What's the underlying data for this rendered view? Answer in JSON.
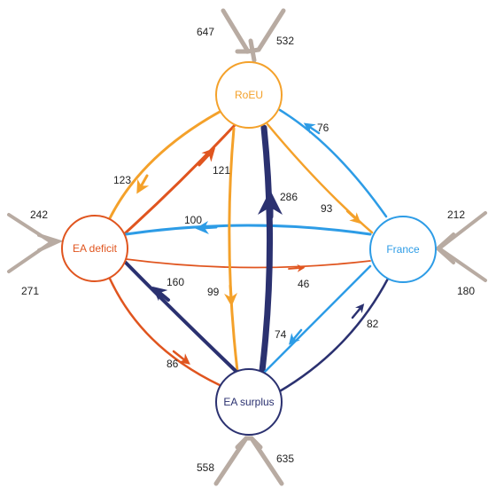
{
  "colors": {
    "roeu": "#f4a12a",
    "france": "#2d9ce6",
    "ea_deficit": "#e0551f",
    "ea_surplus": "#2b3170",
    "external": "#b8aba2"
  },
  "nodes": {
    "roeu": {
      "label": "RoEU"
    },
    "ea_deficit": {
      "label": "EA deficit"
    },
    "france": {
      "label": "France"
    },
    "ea_surplus": {
      "label": "EA surplus"
    }
  },
  "flows": [
    {
      "id": "ead-roeu",
      "from": "EA deficit",
      "to": "RoEU",
      "value": 121
    },
    {
      "id": "roeu-ead",
      "from": "RoEU",
      "to": "EA deficit",
      "value": 123
    },
    {
      "id": "france-roeu",
      "from": "France",
      "to": "RoEU",
      "value": 76
    },
    {
      "id": "roeu-france",
      "from": "RoEU",
      "to": "France",
      "value": 93
    },
    {
      "id": "france-ead",
      "from": "France",
      "to": "EA deficit",
      "value": 100
    },
    {
      "id": "ead-france",
      "from": "EA deficit",
      "to": "France",
      "value": 46
    },
    {
      "id": "eas-roeu",
      "from": "EA surplus",
      "to": "RoEU",
      "value": 286
    },
    {
      "id": "roeu-eas",
      "from": "RoEU",
      "to": "EA surplus",
      "value": 99
    },
    {
      "id": "eas-ead",
      "from": "EA surplus",
      "to": "EA deficit",
      "value": 160
    },
    {
      "id": "ead-eas",
      "from": "EA deficit",
      "to": "EA surplus",
      "value": 86
    },
    {
      "id": "france-eas",
      "from": "France",
      "to": "EA surplus",
      "value": 74
    },
    {
      "id": "eas-france",
      "from": "EA surplus",
      "to": "France",
      "value": 82
    }
  ],
  "external_flows": {
    "roeu": [
      "647",
      "532"
    ],
    "ea_deficit": [
      "242",
      "271"
    ],
    "france": [
      "212",
      "180"
    ],
    "ea_surplus": [
      "558",
      "635"
    ]
  }
}
